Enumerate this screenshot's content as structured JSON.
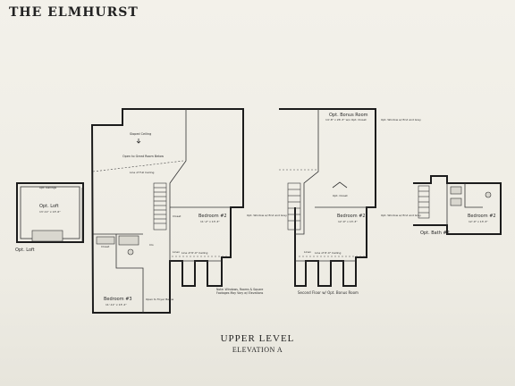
{
  "title": "THE ELMHURST",
  "heading": "UPPER LEVEL",
  "subheading": "ELEVATION A",
  "labels": {
    "opt_loft_room": "Opt. Loft",
    "opt_loft_dim": "13'-11\" x 13'-6\"",
    "opt_railings": "Opt. Railings",
    "opt_loft_caption": "Opt. Loft",
    "sloped_ceiling": "Sloped Ceiling",
    "open_to_great_room": "Open to Great Room Below",
    "line_of_full_ceiling": "Line of Full Ceiling",
    "bedroom2": "Bedroom #2",
    "bedroom2_dim": "11'-2\" x 13'-3\"",
    "opt_window": "Opt. Window w/ End and Grey",
    "closet": "Closet",
    "linen": "Linen",
    "clo": "Clo",
    "line_of_ceiling": "Line of 8'-0\" Ceiling",
    "bedroom3": "Bedroom #3",
    "bedroom3_dim": "11'-11\" x 13'-2\"",
    "open_to_foyer": "Open to Foyer Below",
    "note": "Note: Windows, Rooms & Square Footages May Vary w/ Elevations",
    "opt_bonus_room": "Opt. Bonus Room",
    "bonus_dim": "14'-8\" x 26'-3\" w/o Opt. Closet",
    "opt_window_bonus": "Opt. Window w/ End and Grey",
    "opt_closet": "Opt. Closet",
    "bedroom2b": "Bedroom #2",
    "bedroom2b_dim": "12'-9\" x 13'-3\"",
    "opt_window_b": "Opt. Window w/ End and Grey",
    "linen_b": "Linen",
    "line_of_ceiling_b": "Line of 8'-0\" Ceiling",
    "second_floor_caption": "Second Floor w/ Opt. Bonus Room",
    "opt_bath2": "Opt. Bath #2",
    "bedroom2c": "Bedroom #2",
    "bedroom2c_dim": "12'-9\" x 13'-3\""
  },
  "colors": {
    "paper": "#f2f0e9",
    "ink": "#1c1c1c"
  }
}
